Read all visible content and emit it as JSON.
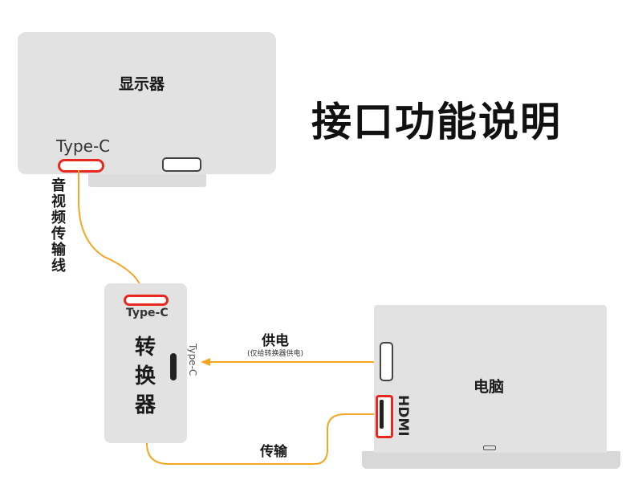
{
  "title": "接口功能说明",
  "monitor": {
    "label": "显示器",
    "typec_label": "Type-C"
  },
  "cable_label": "音视频传输线",
  "converter": {
    "label": "转换器",
    "typec_top_label": "Type-C",
    "typec_side_label": "Type-C"
  },
  "laptop": {
    "label": "电脑",
    "hdmi_label": "HDMI"
  },
  "power": {
    "label": "供电",
    "note": "(仅给转换器供电)"
  },
  "transfer_label": "传输",
  "colors": {
    "cable": "#f5a623",
    "port_highlight": "#e8271f",
    "device": "#e2e2e2"
  }
}
